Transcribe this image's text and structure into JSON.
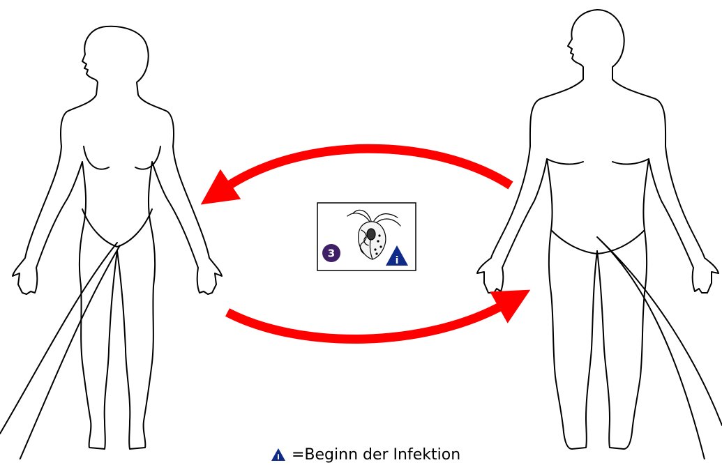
{
  "stage_badge": {
    "number": "3",
    "color": "#3f1f66"
  },
  "info_badge": {
    "glyph": "i",
    "color": "#102a8a"
  },
  "legend": {
    "text": "=Beginn der Infektion"
  },
  "colors": {
    "arrow": "#ff0000",
    "outline": "#000000"
  },
  "icons": {
    "organism": "trichomonas-icon",
    "female": "female-body-outline",
    "male": "male-body-outline"
  }
}
